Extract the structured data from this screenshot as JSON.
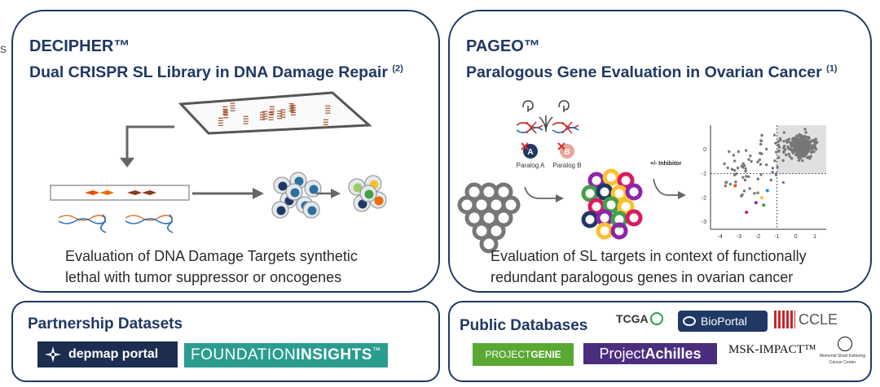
{
  "edge_mark": "s",
  "decipher": {
    "brand": "DECIPHER™",
    "title": "Dual CRISPR SL Library in DNA Damage Repair",
    "ref": "(2)",
    "description_line1": "Evaluation of DNA Damage Targets synthetic",
    "description_line2": "lethal with tumor suppressor or oncogenes"
  },
  "pageo": {
    "brand": "PAGEO™",
    "title": "Paralogous Gene Evaluation in Ovarian Cancer",
    "ref": "(1)",
    "paralog_a_letter": "A",
    "paralog_b_letter": "B",
    "paralog_a": "Paralog A",
    "paralog_b": "Paralog B",
    "inhibitor": "+/- Inhibitor",
    "description_line1": "Evaluation of SL targets in context of functionally",
    "description_line2": "redundant paralogous genes in ovarian cancer"
  },
  "scatter": {
    "x_ticks": [
      "-4",
      "-3",
      "-2",
      "-1",
      "0",
      "1"
    ],
    "y_ticks": [
      "0",
      "-1",
      "-2",
      "-3"
    ],
    "xlim": [
      -4.5,
      1.6
    ],
    "ylim": [
      -3.3,
      1.0
    ],
    "threshold_x": -1,
    "threshold_y": -1
  },
  "partnership": {
    "label": "Partnership Datasets",
    "depmap": "depmap portal",
    "foundation_a": "FOUNDATION",
    "foundation_b": "INSIGHTS",
    "foundation_tm": "™"
  },
  "public": {
    "label": "Public Databases",
    "tcga": "TCGA",
    "bioportal": "BioPortal",
    "ccle": "CCLE",
    "genie_a": "PROJECT",
    "genie_b": "GENIE",
    "achilles_a": "Project ",
    "achilles_b": "Achilles",
    "msk": "MSK-IMPACT™",
    "msk_sub1": "Memorial Sloan Kettering",
    "msk_sub2": "Cancer Center"
  },
  "colors": {
    "navy": "#1f3864",
    "teal": "#2a9d8f",
    "genie_green": "#5aa832",
    "achilles_purple": "#4b2d7f",
    "crimson": "#c62828"
  }
}
